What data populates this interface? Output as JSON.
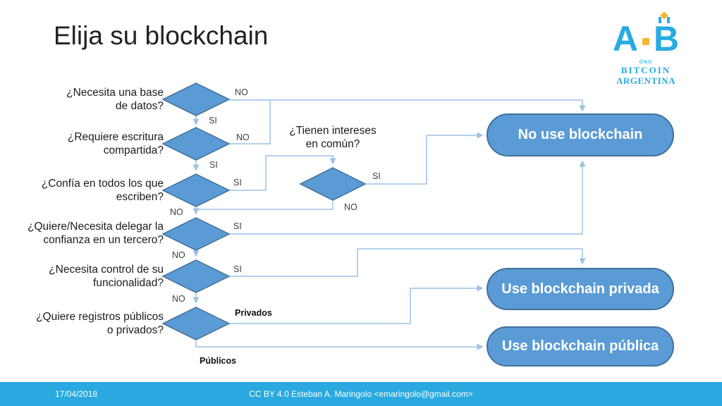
{
  "title": "Elija su blockchain",
  "logo": {
    "letter_a": "A",
    "letter_b": "B",
    "ong": "ONG",
    "bitcoin": "BITCOIN",
    "argentina": "ARGENTINA"
  },
  "flowchart": {
    "decisions": [
      {
        "question": "¿Necesita una base\nde datos?",
        "no": "NO",
        "si": "SI"
      },
      {
        "question": "¿Requiere escritura\ncompartida?",
        "no": "NO",
        "si": "SI"
      },
      {
        "question": "¿Confía en todos los que\nescriben?",
        "si": "SI",
        "no": "NO"
      },
      {
        "question": "¿Quiere/Necesita delegar la\nconfianza en un tercero?",
        "si": "SI",
        "no": "NO"
      },
      {
        "question": "¿Necesita control de su\nfuncionalidad?",
        "si": "SI",
        "no": "NO"
      },
      {
        "question": "¿Quiere registros públicos\no privados?",
        "privados": "Privados",
        "publicos": "Públicos"
      },
      {
        "question": "¿Tienen intereses\nen común?",
        "si": "SI",
        "no": "NO"
      }
    ],
    "outcomes": [
      {
        "label": "No use blockchain"
      },
      {
        "label": "Use blockchain privada"
      },
      {
        "label": "Use blockchain pública"
      }
    ]
  },
  "footer": {
    "date": "17/04/2018",
    "credit": "CC BY 4.0 Esteban A. Maringolo <emaringolo@gmail.com>"
  },
  "colors": {
    "shape_fill": "#5B9BD5",
    "shape_stroke": "#41719C",
    "wire": "#9CC2E5",
    "footer_bar": "#29A9DF",
    "logo_blue": "#29ABE2",
    "logo_yellow": "#F8B62D",
    "outcome_text": "#FFFFFF"
  }
}
